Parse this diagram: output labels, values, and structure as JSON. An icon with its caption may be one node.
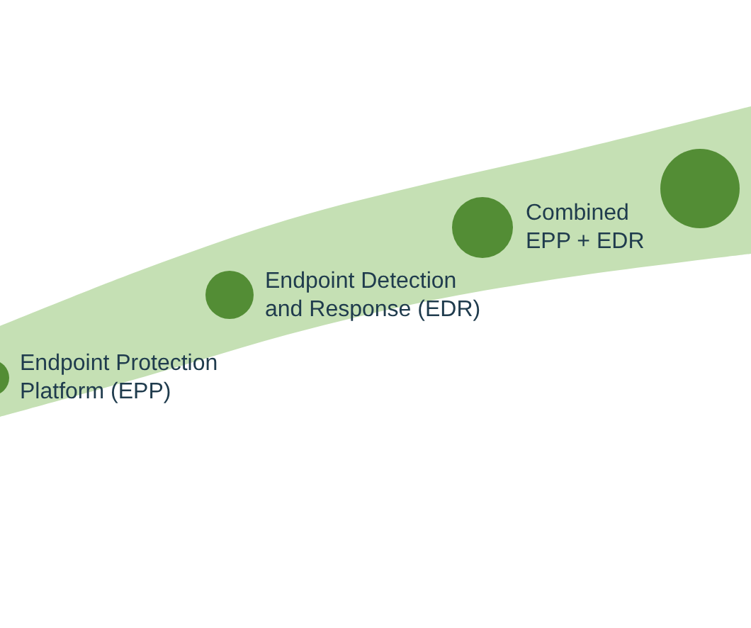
{
  "diagram": {
    "nodes": [
      {
        "text": [],
        "shape": "circle",
        "beside": [
          "Endpoint Protection Platform (EPP)"
        ]
      },
      {
        "text": [],
        "shape": "circle",
        "beside": [
          "Endpoint Detection and Response (EDR)"
        ]
      },
      {
        "text": [],
        "shape": "circle",
        "beside": [
          "Combined EPP + EDR"
        ]
      },
      {
        "text": [],
        "shape": "circle"
      }
    ]
  }
}
